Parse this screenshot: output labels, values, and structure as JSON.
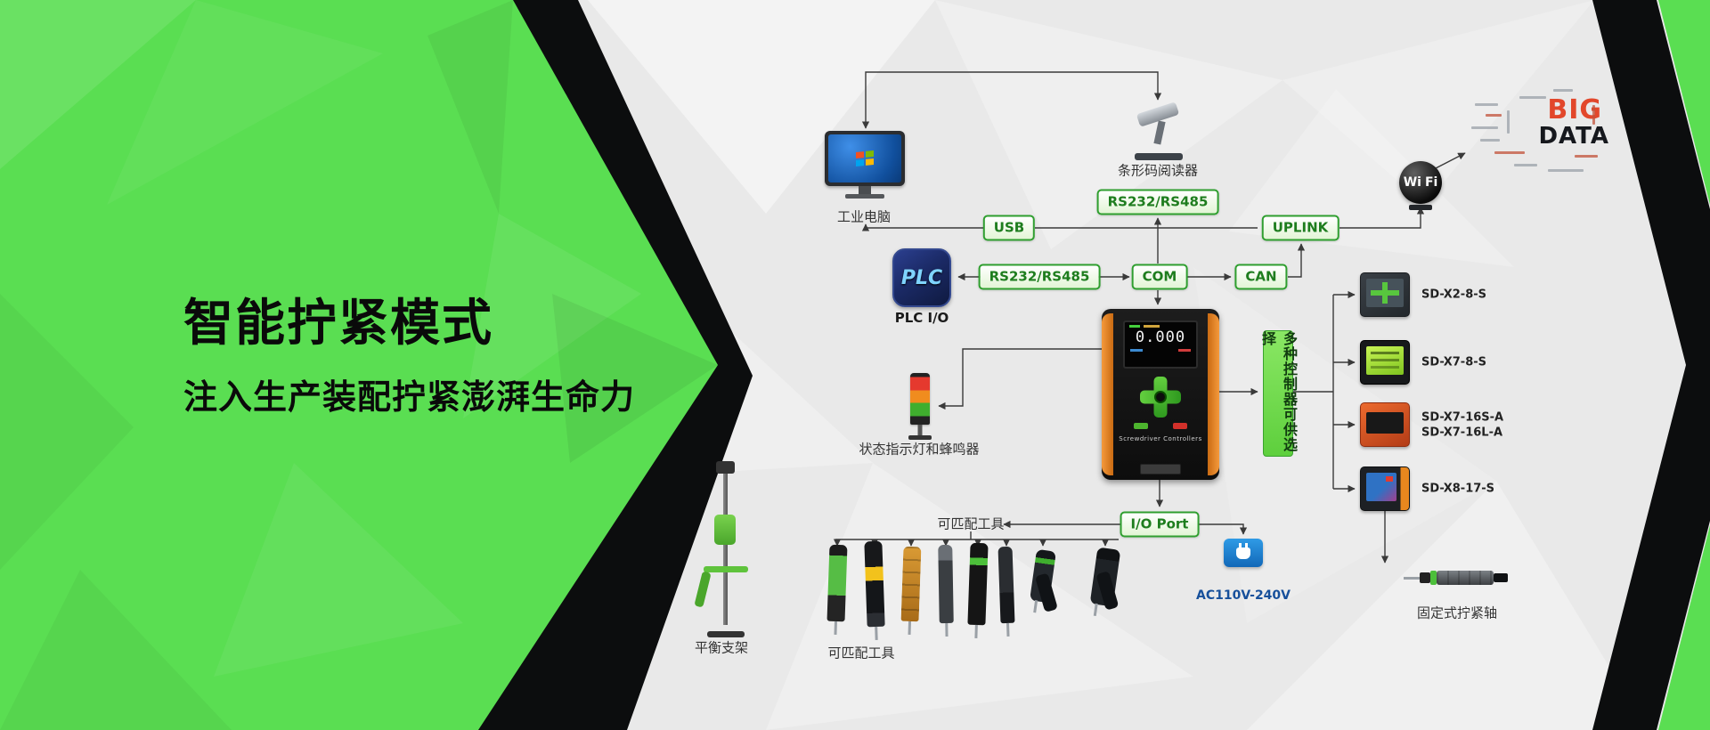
{
  "hero": {
    "title": "智能拧紧模式",
    "subtitle": "注入生产装配拧紧澎湃生命力"
  },
  "colors": {
    "brand_green": "#5ADE52",
    "label_border_green": "#2F9F2F",
    "label_text_green": "#1E7D1E",
    "device_orange": "#E8871E",
    "power_blue": "#1B73C2",
    "big_data_red": "#E2472B",
    "background_gray": "#E9E9E9",
    "ink_black": "#0C0D0E"
  },
  "diagram": {
    "pc": {
      "label": "工业电脑"
    },
    "scanner": {
      "label": "条形码阅读器",
      "port_label": "RS232/RS485"
    },
    "wifi": {
      "wi": "Wi",
      "fi": "Fi"
    },
    "bigdata": {
      "word1": "BIG",
      "word2": "DATA"
    },
    "plc": {
      "icon_text": "PLC",
      "label": "PLC I/O"
    },
    "tower": {
      "label": "状态指示灯和蜂鸣器"
    },
    "controller": {
      "screen_value": "0.000",
      "brand": "Screwdriver Controllers"
    },
    "power": {
      "label": "AC110V-240V"
    },
    "ports": {
      "usb": "USB",
      "uplink": "UPLINK",
      "rs232": "RS232/RS485",
      "com": "COM",
      "can": "CAN",
      "io_port": "I/O Port"
    },
    "selector_label": "多种控制器可供选择",
    "models": [
      {
        "label": "SD-X2-8-S"
      },
      {
        "label": "SD-X7-8-S"
      },
      {
        "label": "SD-X7-16S-A",
        "label2": "SD-X7-16L-A"
      },
      {
        "label": "SD-X8-17-S"
      }
    ],
    "tools": {
      "top_label": "可匹配工具",
      "bottom_label": "可匹配工具"
    },
    "stand": {
      "label": "平衡支架"
    },
    "spindle": {
      "label": "固定式拧紧轴"
    }
  },
  "icons": {
    "windows_logo": "four-pane colored window flag",
    "wifi_sphere": "black sphere with Wi-Fi lettering",
    "barcode_reader": "handheld scanner on base",
    "status_tower": "stacked red-amber-green signal lamp",
    "power_plug": "blue square with white plug"
  }
}
